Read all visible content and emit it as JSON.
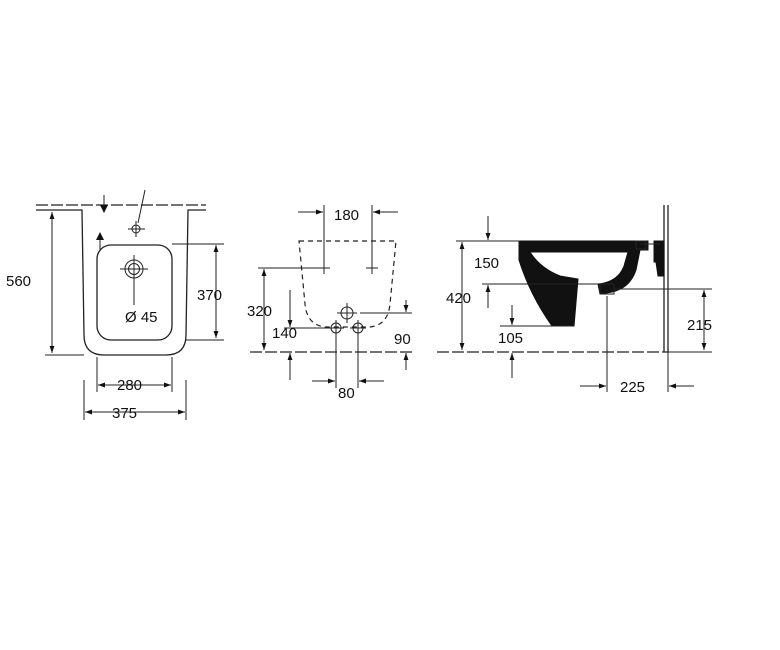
{
  "front_view": {
    "height_total": "560",
    "height_bowl": "370",
    "hole_diameter": "Ø 45",
    "width_bowl": "280",
    "width_total": "375"
  },
  "wall_view": {
    "fixing_spacing": "180",
    "fixing_height": "320",
    "supply_height": "140",
    "supply_spacing": "80",
    "waste_height": "90"
  },
  "side_view": {
    "rim_depth": "150",
    "rim_height": "420",
    "outlet_height": "105",
    "waste_height": "215",
    "waste_projection": "225"
  }
}
